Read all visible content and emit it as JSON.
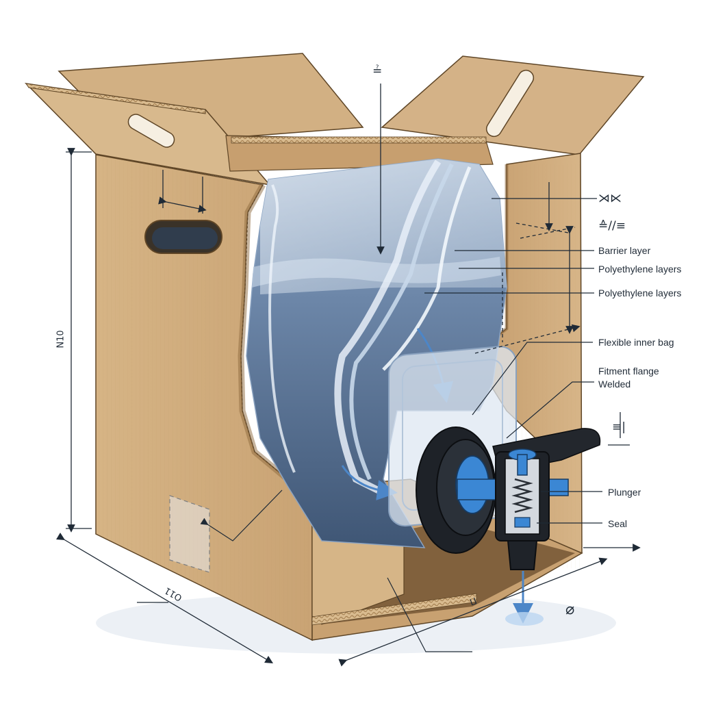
{
  "labels": {
    "barrier_layer": "Barrier layer",
    "polyethylene_layers_1": "Polyethylene layers",
    "polyethylene_layers_2": "Polyethylene layers",
    "flexible_inner_bag": "Flexible inner bag",
    "fitment_flange": "Fitment flange",
    "welded": "Welded",
    "plunger": "Plunger",
    "seal": "Seal"
  },
  "symbols": {
    "top_right_1": "⋊⋉",
    "top_right_2": "≙//≡",
    "top_center": "≟",
    "right_mid": "≡|",
    "diameter": "⌀"
  },
  "dimensions": {
    "height": "Ν10",
    "width_front": "Ο11",
    "depth": "Π"
  },
  "colors": {
    "cardboard": "#d1ad7f",
    "cardboard_dark": "#b99263",
    "liquid": "#5f7a9e",
    "bag_film": "#dce8f4",
    "tap_black": "#1d2127",
    "accent_blue": "#2f86d6",
    "leader_line": "#1f2a36"
  }
}
